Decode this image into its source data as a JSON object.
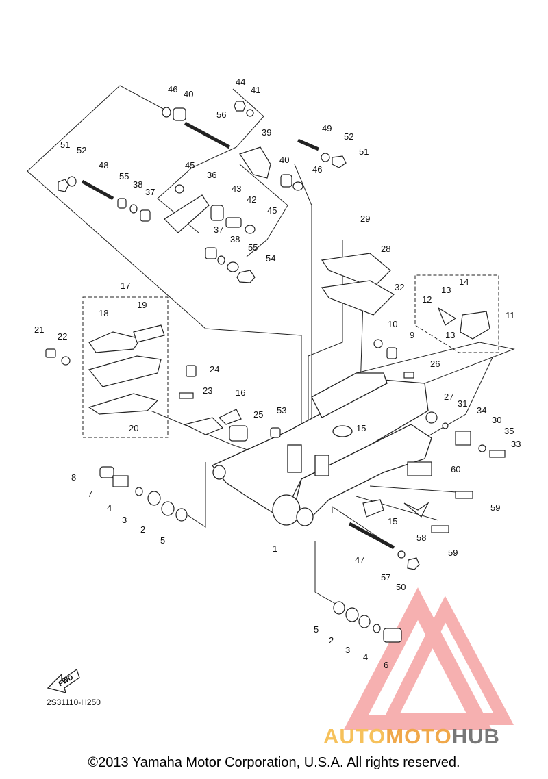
{
  "diagram": {
    "drawing_code": "2S31110-H250",
    "fwd_label": "FWD",
    "copyright": "©2013 Yamaha Motor Corporation, U.S.A. All rights reserved.",
    "watermark": {
      "part1": "AUTO",
      "part2": "MOTO",
      "part3": "HUB"
    },
    "callouts": [
      {
        "id": "46a",
        "label": "46"
      },
      {
        "id": "40a",
        "label": "40"
      },
      {
        "id": "44",
        "label": "44"
      },
      {
        "id": "41",
        "label": "41"
      },
      {
        "id": "56",
        "label": "56"
      },
      {
        "id": "39",
        "label": "39"
      },
      {
        "id": "49",
        "label": "49"
      },
      {
        "id": "52a",
        "label": "52"
      },
      {
        "id": "51a",
        "label": "51"
      },
      {
        "id": "40b",
        "label": "40"
      },
      {
        "id": "46b",
        "label": "46"
      },
      {
        "id": "51b",
        "label": "51"
      },
      {
        "id": "52b",
        "label": "52"
      },
      {
        "id": "48",
        "label": "48"
      },
      {
        "id": "45a",
        "label": "45"
      },
      {
        "id": "36",
        "label": "36"
      },
      {
        "id": "55a",
        "label": "55"
      },
      {
        "id": "38a",
        "label": "38"
      },
      {
        "id": "37a",
        "label": "37"
      },
      {
        "id": "43",
        "label": "43"
      },
      {
        "id": "42",
        "label": "42"
      },
      {
        "id": "45b",
        "label": "45"
      },
      {
        "id": "37b",
        "label": "37"
      },
      {
        "id": "38b",
        "label": "38"
      },
      {
        "id": "55b",
        "label": "55"
      },
      {
        "id": "54",
        "label": "54"
      },
      {
        "id": "29",
        "label": "29"
      },
      {
        "id": "28",
        "label": "28"
      },
      {
        "id": "32",
        "label": "32"
      },
      {
        "id": "14",
        "label": "14"
      },
      {
        "id": "13a",
        "label": "13"
      },
      {
        "id": "12",
        "label": "12"
      },
      {
        "id": "11",
        "label": "11"
      },
      {
        "id": "13b",
        "label": "13"
      },
      {
        "id": "17",
        "label": "17"
      },
      {
        "id": "18",
        "label": "18"
      },
      {
        "id": "19",
        "label": "19"
      },
      {
        "id": "10",
        "label": "10"
      },
      {
        "id": "9",
        "label": "9"
      },
      {
        "id": "21",
        "label": "21"
      },
      {
        "id": "22",
        "label": "22"
      },
      {
        "id": "24",
        "label": "24"
      },
      {
        "id": "26",
        "label": "26"
      },
      {
        "id": "23",
        "label": "23"
      },
      {
        "id": "16",
        "label": "16"
      },
      {
        "id": "25",
        "label": "25"
      },
      {
        "id": "53",
        "label": "53"
      },
      {
        "id": "27",
        "label": "27"
      },
      {
        "id": "31",
        "label": "31"
      },
      {
        "id": "34",
        "label": "34"
      },
      {
        "id": "30",
        "label": "30"
      },
      {
        "id": "20",
        "label": "20"
      },
      {
        "id": "15a",
        "label": "15"
      },
      {
        "id": "35",
        "label": "35"
      },
      {
        "id": "33",
        "label": "33"
      },
      {
        "id": "8",
        "label": "8"
      },
      {
        "id": "60",
        "label": "60"
      },
      {
        "id": "7",
        "label": "7"
      },
      {
        "id": "4a",
        "label": "4"
      },
      {
        "id": "3a",
        "label": "3"
      },
      {
        "id": "2a",
        "label": "2"
      },
      {
        "id": "5a",
        "label": "5"
      },
      {
        "id": "59a",
        "label": "59"
      },
      {
        "id": "15b",
        "label": "15"
      },
      {
        "id": "58",
        "label": "58"
      },
      {
        "id": "1",
        "label": "1"
      },
      {
        "id": "59b",
        "label": "59"
      },
      {
        "id": "47",
        "label": "47"
      },
      {
        "id": "57",
        "label": "57"
      },
      {
        "id": "50",
        "label": "50"
      },
      {
        "id": "5b",
        "label": "5"
      },
      {
        "id": "2b",
        "label": "2"
      },
      {
        "id": "3b",
        "label": "3"
      },
      {
        "id": "4b",
        "label": "4"
      },
      {
        "id": "6",
        "label": "6"
      }
    ]
  }
}
